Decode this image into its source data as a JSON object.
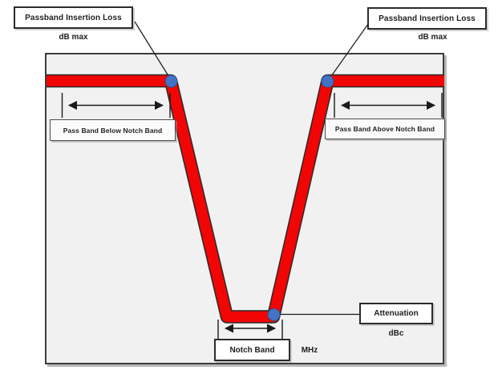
{
  "figure": {
    "type": "notch-filter-frequency-response-diagram"
  },
  "callouts": {
    "passband_loss_left": {
      "label": "Passband Insertion Loss",
      "unit": "dB max"
    },
    "passband_loss_right": {
      "label": "Passband Insertion Loss",
      "unit": "dB max"
    },
    "attenuation": {
      "label": "Attenuation",
      "unit": "dBc"
    }
  },
  "bands": {
    "below": {
      "label": "Pass Band Below Notch Band"
    },
    "above": {
      "label": "Pass Band Above Notch Band"
    },
    "notch": {
      "label": "Notch Band",
      "unit": "MHz"
    }
  },
  "colors": {
    "curve_red": "#f20505",
    "curve_outline": "#2a2a2a",
    "marker_blue": "#4472c4",
    "marker_blue_edge": "#2e5395",
    "panel_bg": "#f1f1f1",
    "line_black": "#1a1a1a"
  }
}
